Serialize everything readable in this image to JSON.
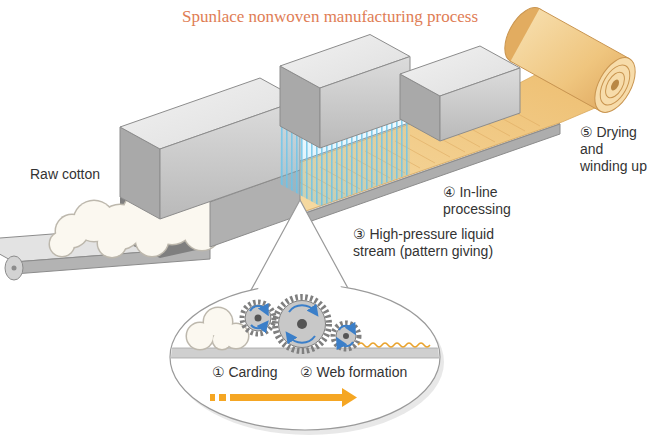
{
  "diagram": {
    "title": "Spunlace nonwoven manufacturing process",
    "labels": [
      "Raw cotton",
      "③ High-pressure liquid stream (pattern giving)",
      "④ In-line processing",
      "⑤ Drying and winding up",
      "① Carding",
      "② Web formation"
    ]
  }
}
